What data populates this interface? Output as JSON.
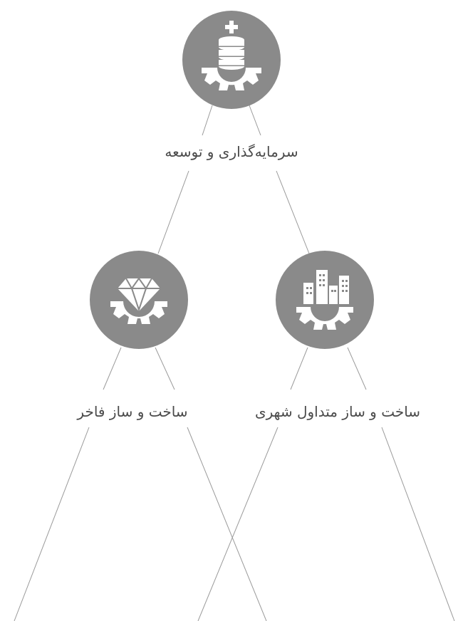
{
  "diagram": {
    "colors": {
      "node_fill": "#8a8a8a",
      "line": "#9a9a9a",
      "text": "#4a4a4a",
      "icon": "#ffffff"
    },
    "nodes": [
      {
        "id": "investment",
        "label": "سرمایه‌گذاری و توسعه",
        "icon": "database-plus-gear-icon"
      },
      {
        "id": "luxury",
        "label": "ساخت و ساز فاخر",
        "icon": "diamond-gear-icon"
      },
      {
        "id": "urban",
        "label": "ساخت و ساز متداول شهری",
        "icon": "buildings-gear-icon"
      }
    ]
  }
}
